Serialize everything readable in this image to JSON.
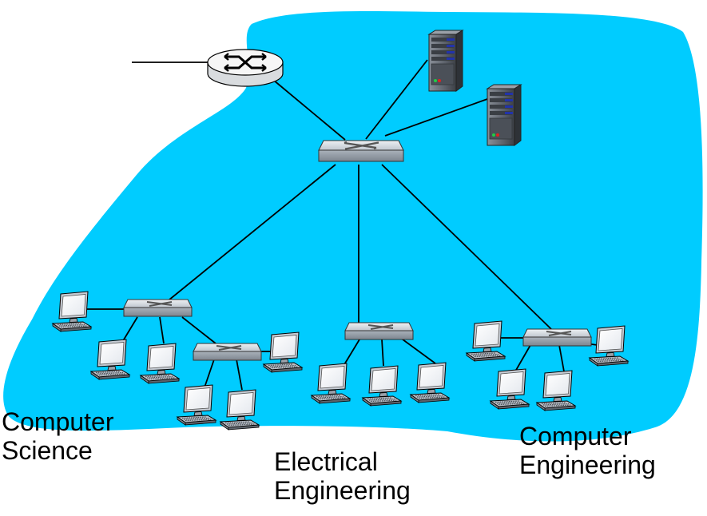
{
  "colors": {
    "campus_blob": "#00ccff",
    "link": "#000000",
    "switch_top": "#d8dde3",
    "switch_side": "#9aa3ad",
    "router_body": "#f2f2f2",
    "server_body": "#6a6f78",
    "server_led_green": "#22cc44",
    "server_led_red": "#dd2222",
    "server_bay": "#2233aa"
  },
  "icons": {
    "router": "router-icon",
    "switch": "switch-icon",
    "server": "server-icon",
    "workstation": "workstation-icon"
  },
  "labels": {
    "computer_science": [
      "Computer",
      "Science"
    ],
    "electrical_engineering": [
      "Electrical",
      "Engineering"
    ],
    "computer_engineering": [
      "Computer",
      "Engineering"
    ]
  }
}
